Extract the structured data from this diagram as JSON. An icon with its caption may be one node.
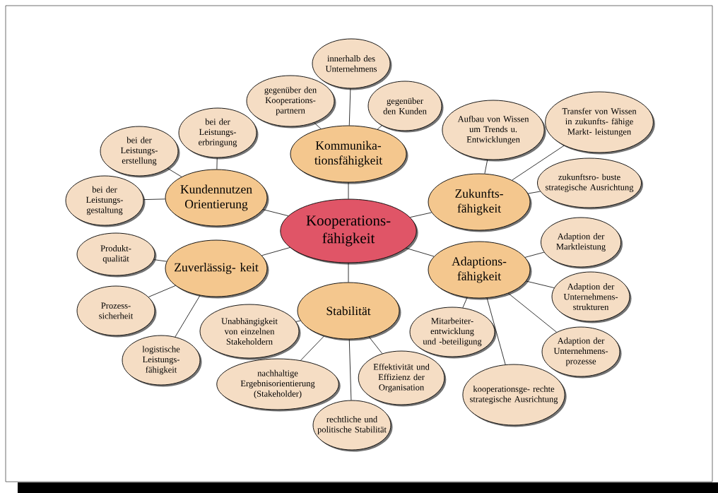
{
  "diagram": {
    "nodes": [
      {
        "text": [
          "Kooperations- fähigkeit"
        ]
      },
      {
        "text": [
          "Kommunika- tionsfähigkeit"
        ]
      },
      {
        "text": [
          "innerhalb des Unternehmens"
        ]
      },
      {
        "text": [
          "gegenüber den Kooperations- partnern"
        ]
      },
      {
        "text": [
          "gegenüber den Kunden"
        ]
      },
      {
        "text": [
          "Kundennutzen Orientierung"
        ]
      },
      {
        "text": [
          "bei der Leistungs- erbringung"
        ]
      },
      {
        "text": [
          "bei der Leistungs- erstellung"
        ]
      },
      {
        "text": [
          "bei der Leistungs- gestaltung"
        ]
      },
      {
        "text": [
          "Zukunfts- fähigkeit"
        ]
      },
      {
        "text": [
          "Aufbau von Wissen um Trends u. Entwicklungen"
        ]
      },
      {
        "text": [
          "Transfer von Wissen in zukunfts- fähige Markt- leistungen"
        ]
      },
      {
        "text": [
          "zukunftsro- buste strategische Ausrichtung"
        ]
      },
      {
        "text": [
          "Adaptions- fähigkeit"
        ]
      },
      {
        "text": [
          "Adaption der Marktleistung"
        ]
      },
      {
        "text": [
          "Adaption der Unternehmens- strukturen"
        ]
      },
      {
        "text": [
          "Adaption der Unternehmens- prozesse"
        ]
      },
      {
        "text": [
          "kooperationsge- rechte strategische Ausrichtung"
        ]
      },
      {
        "text": [
          "Mitarbeiter- entwicklung und -beteiligung"
        ]
      },
      {
        "text": [
          "Stabilität"
        ]
      },
      {
        "text": [
          "Unabhängigkeit von einzelnen Stakeholdern"
        ]
      },
      {
        "text": [
          "nachhaltige Ergebnisorientierung (Stakeholder)"
        ]
      },
      {
        "text": [
          "rechtliche und politische Stabilität"
        ]
      },
      {
        "text": [
          "Effektivität und Effizienz der Organisation"
        ]
      },
      {
        "text": [
          "Zuverlässig- keit"
        ]
      },
      {
        "text": [
          "Produkt- qualität"
        ]
      },
      {
        "text": [
          "Prozess- sicherheit"
        ]
      },
      {
        "text": [
          "logistische Leistungs- fähigkeit"
        ]
      }
    ],
    "edges": [
      {
        "from": 0,
        "to": 1,
        "arrow": "none"
      },
      {
        "from": 1,
        "to": 2,
        "arrow": "none"
      },
      {
        "from": 1,
        "to": 3,
        "arrow": "none"
      },
      {
        "from": 1,
        "to": 4,
        "arrow": "none"
      },
      {
        "from": 0,
        "to": 5,
        "arrow": "none"
      },
      {
        "from": 5,
        "to": 6,
        "arrow": "none"
      },
      {
        "from": 5,
        "to": 7,
        "arrow": "none"
      },
      {
        "from": 5,
        "to": 8,
        "arrow": "none"
      },
      {
        "from": 0,
        "to": 9,
        "arrow": "none"
      },
      {
        "from": 9,
        "to": 10,
        "arrow": "none"
      },
      {
        "from": 9,
        "to": 11,
        "arrow": "none"
      },
      {
        "from": 9,
        "to": 12,
        "arrow": "none"
      },
      {
        "from": 0,
        "to": 13,
        "arrow": "none"
      },
      {
        "from": 13,
        "to": 14,
        "arrow": "none"
      },
      {
        "from": 13,
        "to": 15,
        "arrow": "none"
      },
      {
        "from": 13,
        "to": 16,
        "arrow": "none"
      },
      {
        "from": 13,
        "to": 17,
        "arrow": "none"
      },
      {
        "from": 13,
        "to": 18,
        "arrow": "none"
      },
      {
        "from": 0,
        "to": 19,
        "arrow": "none"
      },
      {
        "from": 19,
        "to": 20,
        "arrow": "none"
      },
      {
        "from": 19,
        "to": 21,
        "arrow": "none"
      },
      {
        "from": 19,
        "to": 22,
        "arrow": "none"
      },
      {
        "from": 19,
        "to": 23,
        "arrow": "none"
      },
      {
        "from": 0,
        "to": 24,
        "arrow": "none"
      },
      {
        "from": 24,
        "to": 25,
        "arrow": "none"
      },
      {
        "from": 24,
        "to": 26,
        "arrow": "none"
      },
      {
        "from": 24,
        "to": 27,
        "arrow": "none"
      }
    ]
  }
}
